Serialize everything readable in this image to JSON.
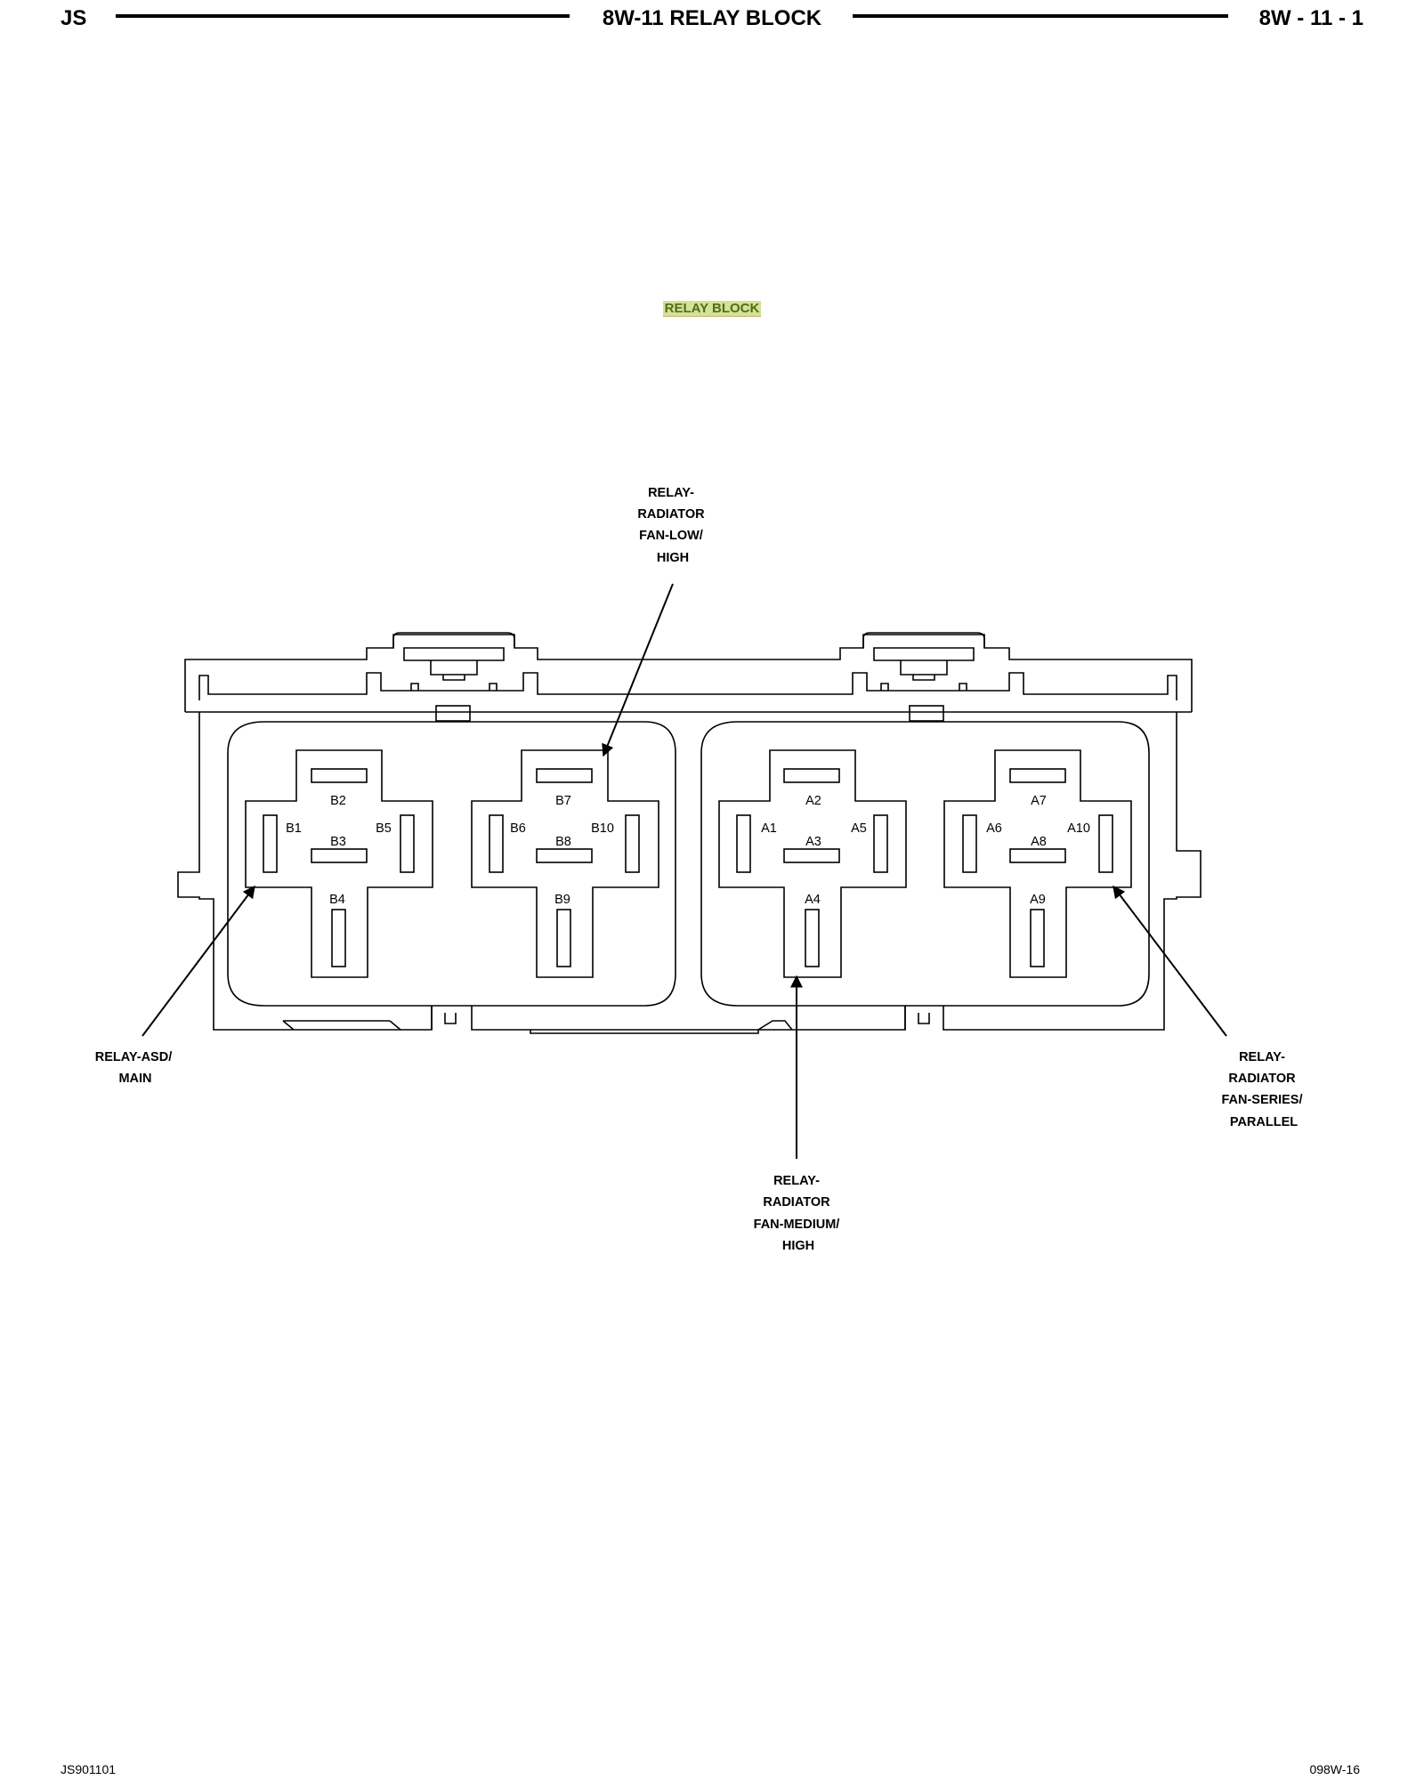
{
  "header": {
    "left": "JS",
    "title": "8W-11 RELAY BLOCK",
    "right": "8W - 11 - 1"
  },
  "caption": "RELAY BLOCK",
  "relays": [
    {
      "id": "asd",
      "lines": [
        "RELAY-ASD/",
        "MAIN"
      ]
    },
    {
      "id": "fan-low",
      "lines": [
        "RELAY-",
        "RADIATOR",
        "FAN-LOW/",
        "HIGH"
      ]
    },
    {
      "id": "fan-medium",
      "lines": [
        "RELAY-",
        "RADIATOR",
        "FAN-MEDIUM/",
        "HIGH"
      ]
    },
    {
      "id": "fan-series",
      "lines": [
        "RELAY-",
        "RADIATOR",
        "FAN-SERIES/",
        "PARALLEL"
      ]
    }
  ],
  "sockets": [
    {
      "top": "B2",
      "left": "B1",
      "center": "B3",
      "right": "B5",
      "bottom": "B4"
    },
    {
      "top": "B7",
      "left": "B6",
      "center": "B8",
      "right": "B10",
      "bottom": "B9"
    },
    {
      "top": "A2",
      "left": "A1",
      "center": "A3",
      "right": "A5",
      "bottom": "A4"
    },
    {
      "top": "A7",
      "left": "A6",
      "center": "A8",
      "right": "A10",
      "bottom": "A9"
    }
  ],
  "footer": {
    "left": "JS901101",
    "right": "098W-16"
  }
}
